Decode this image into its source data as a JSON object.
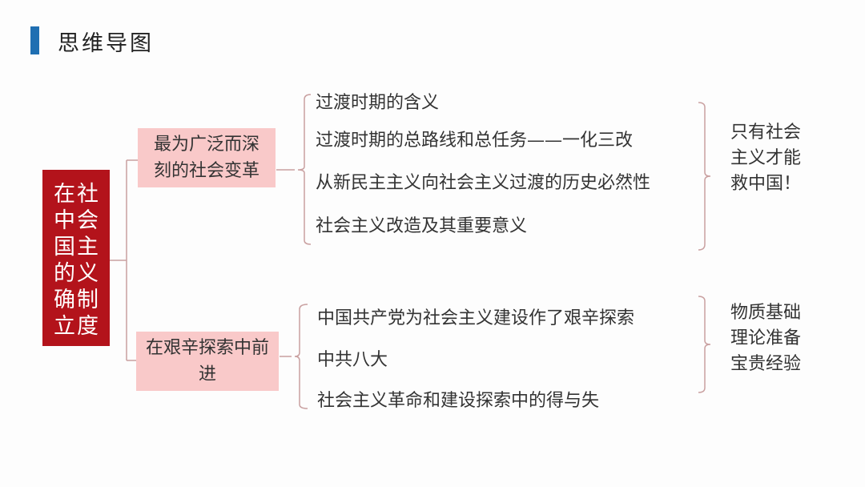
{
  "header": {
    "title": "思维导图",
    "accent_color": "#1f6fb2"
  },
  "theme": {
    "root_fill": "#b3131b",
    "branch_fill": "#f9c9c9",
    "line_color": "#c9a0a0"
  },
  "root": {
    "columns": [
      "社会主义制度",
      "在中国的确立"
    ]
  },
  "branches": [
    {
      "label": "最为广泛而深刻的社会变革",
      "items": [
        "过渡时期的含义",
        "过渡时期的总路线和总任务——一化三改",
        "从新民主主义向社会主义过渡的历史必然性",
        "社会主义改造及其重要意义"
      ],
      "summary": [
        "只有社会",
        "主义才能",
        "救中国！"
      ]
    },
    {
      "label": "在艰辛探索中前进",
      "items": [
        "中国共产党为社会主义建设作了艰辛探索",
        "中共八大",
        "社会主义革命和建设探索中的得与失"
      ],
      "summary": [
        "物质基础",
        "理论准备",
        "宝贵经验"
      ]
    }
  ]
}
